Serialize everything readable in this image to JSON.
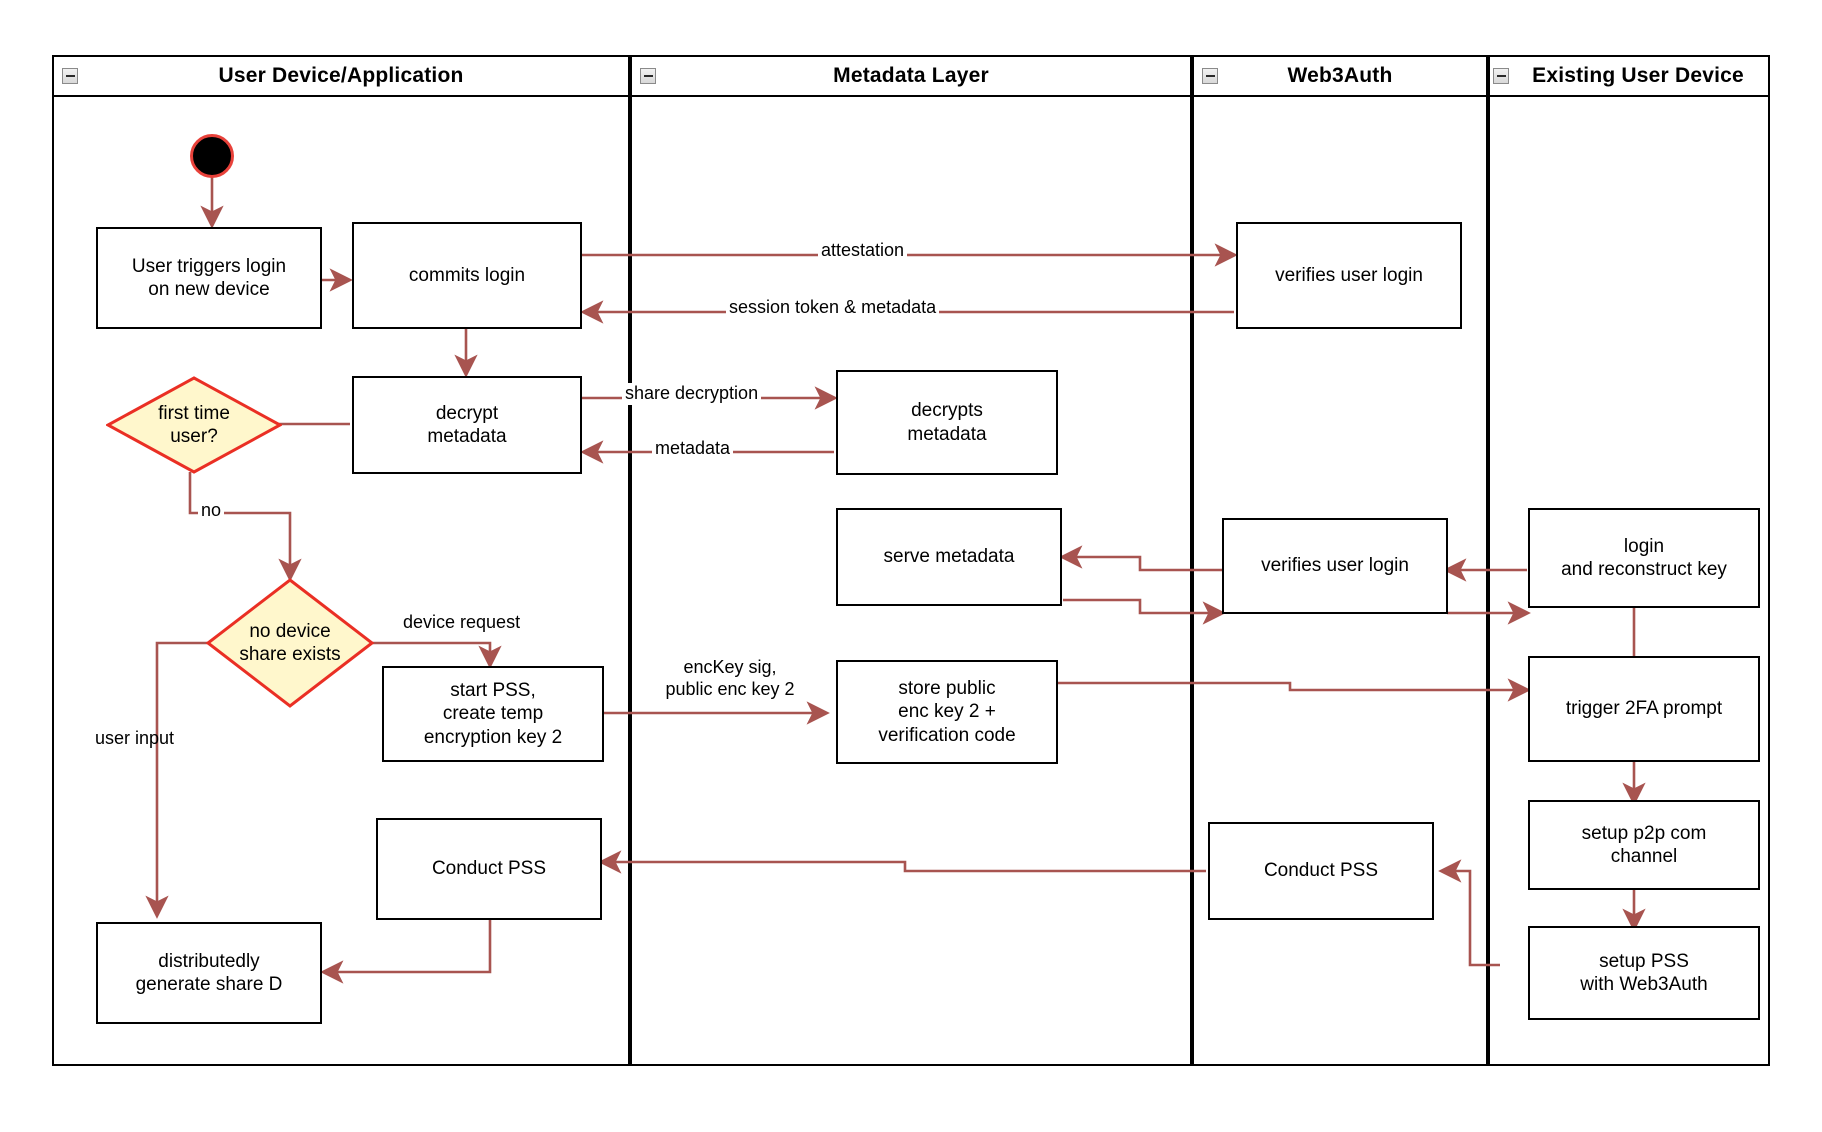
{
  "diagram": {
    "title": "Web3Auth new-device login activity diagram",
    "colors": {
      "edge": "#a85450",
      "decision_fill": "#fff7cc",
      "decision_stroke": "#ea2f24",
      "node_stroke": "#000000",
      "start_fill": "#000000",
      "start_stroke": "#e8413a",
      "lane_stroke": "#000000"
    },
    "lanes": [
      {
        "id": "lane-user-device",
        "label": "User Device/Application",
        "collapse_icon": "minus-icon"
      },
      {
        "id": "lane-metadata",
        "label": "Metadata Layer",
        "collapse_icon": "minus-icon"
      },
      {
        "id": "lane-web3auth",
        "label": "Web3Auth",
        "collapse_icon": "minus-icon"
      },
      {
        "id": "lane-existing-device",
        "label": "Existing User Device",
        "collapse_icon": "minus-icon"
      }
    ],
    "nodes": [
      {
        "id": "start",
        "type": "start",
        "label": ""
      },
      {
        "id": "user-triggers-login",
        "type": "action",
        "label": "User triggers login\non new device"
      },
      {
        "id": "commits-login",
        "type": "action",
        "label": "commits login"
      },
      {
        "id": "verifies-user-login-1",
        "type": "action",
        "label": "verifies user login"
      },
      {
        "id": "decrypt-metadata",
        "type": "action",
        "label": "decrypt\nmetadata"
      },
      {
        "id": "decrypts-metadata",
        "type": "action",
        "label": "decrypts\nmetadata"
      },
      {
        "id": "first-time-user",
        "type": "decision",
        "label": "first time\nuser?"
      },
      {
        "id": "serve-metadata",
        "type": "action",
        "label": "serve metadata"
      },
      {
        "id": "verifies-user-login-2",
        "type": "action",
        "label": "verifies user login"
      },
      {
        "id": "login-reconstruct-key",
        "type": "action",
        "label": "login\nand reconstruct key"
      },
      {
        "id": "no-device-share-exists",
        "type": "decision",
        "label": "no device\nshare exists"
      },
      {
        "id": "start-pss-create-temp-key",
        "type": "action",
        "label": "start PSS,\ncreate temp\nencryption key 2"
      },
      {
        "id": "store-public-enc-key",
        "type": "action",
        "label": "store public\nenc key 2 +\nverification code"
      },
      {
        "id": "trigger-2fa-prompt",
        "type": "action",
        "label": "trigger 2FA prompt"
      },
      {
        "id": "setup-p2p-com-channel",
        "type": "action",
        "label": "setup p2p com\nchannel"
      },
      {
        "id": "conduct-pss-user",
        "type": "action",
        "label": "Conduct PSS"
      },
      {
        "id": "conduct-pss-web3auth",
        "type": "action",
        "label": "Conduct PSS"
      },
      {
        "id": "setup-pss-with-web3auth",
        "type": "action",
        "label": "setup PSS\nwith Web3Auth"
      },
      {
        "id": "distributedly-generate-share-d",
        "type": "action",
        "label": "distributedly\ngenerate share D"
      }
    ],
    "edge_labels": [
      {
        "id": "attestation",
        "text": "attestation"
      },
      {
        "id": "session-token-metadata",
        "text": "session token & metadata"
      },
      {
        "id": "share-decryption",
        "text": "share decryption"
      },
      {
        "id": "metadata",
        "text": "metadata"
      },
      {
        "id": "no",
        "text": "no"
      },
      {
        "id": "device-request",
        "text": "device request"
      },
      {
        "id": "user-input",
        "text": "user input"
      },
      {
        "id": "enckey-sig",
        "text": "encKey sig,\npublic enc key 2"
      }
    ]
  }
}
